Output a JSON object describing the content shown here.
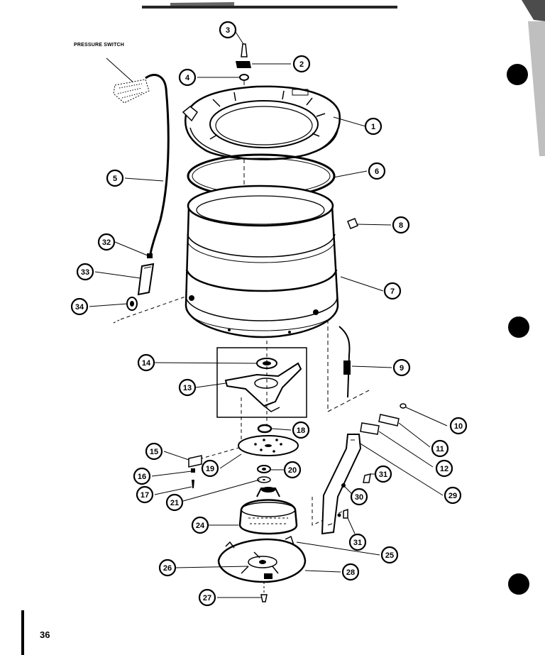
{
  "labels": {
    "pressure_switch": "PRESSURE SWITCH"
  },
  "page_number": "36",
  "callouts": [
    {
      "id": "c1",
      "num": "1"
    },
    {
      "id": "c2",
      "num": "2"
    },
    {
      "id": "c3",
      "num": "3"
    },
    {
      "id": "c4",
      "num": "4"
    },
    {
      "id": "c5",
      "num": "5"
    },
    {
      "id": "c6",
      "num": "6"
    },
    {
      "id": "c7",
      "num": "7"
    },
    {
      "id": "c8",
      "num": "8"
    },
    {
      "id": "c9",
      "num": "9"
    },
    {
      "id": "c10",
      "num": "10"
    },
    {
      "id": "c11",
      "num": "11"
    },
    {
      "id": "c12",
      "num": "12"
    },
    {
      "id": "c13",
      "num": "13"
    },
    {
      "id": "c14",
      "num": "14"
    },
    {
      "id": "c15",
      "num": "15"
    },
    {
      "id": "c16",
      "num": "16"
    },
    {
      "id": "c17",
      "num": "17"
    },
    {
      "id": "c18",
      "num": "18"
    },
    {
      "id": "c19",
      "num": "19"
    },
    {
      "id": "c20",
      "num": "20"
    },
    {
      "id": "c21",
      "num": "21"
    },
    {
      "id": "c24",
      "num": "24"
    },
    {
      "id": "c25",
      "num": "25"
    },
    {
      "id": "c26",
      "num": "26"
    },
    {
      "id": "c27",
      "num": "27"
    },
    {
      "id": "c28",
      "num": "28"
    },
    {
      "id": "c29",
      "num": "29"
    },
    {
      "id": "c30",
      "num": "30"
    },
    {
      "id": "c31a",
      "num": "31"
    },
    {
      "id": "c31b",
      "num": "31"
    },
    {
      "id": "c32",
      "num": "32"
    },
    {
      "id": "c33",
      "num": "33"
    },
    {
      "id": "c34",
      "num": "34"
    }
  ]
}
